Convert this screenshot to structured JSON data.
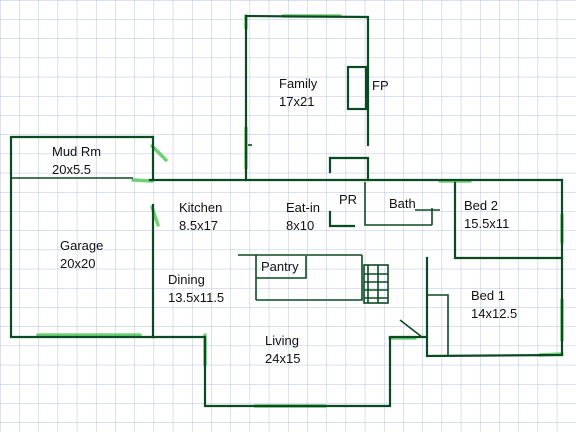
{
  "rooms": [
    {
      "name": "Family",
      "size": "17x21"
    },
    {
      "name": "FP",
      "size": ""
    },
    {
      "name": "Mud Rm",
      "size": "20x5.5"
    },
    {
      "name": "Kitchen",
      "size": "8.5x17"
    },
    {
      "name": "Eat-in",
      "size": "8x10"
    },
    {
      "name": "PR",
      "size": ""
    },
    {
      "name": "Bath",
      "size": ""
    },
    {
      "name": "Bed 2",
      "size": "15.5x11"
    },
    {
      "name": "Garage",
      "size": "20x20"
    },
    {
      "name": "Pantry",
      "size": ""
    },
    {
      "name": "Dining",
      "size": "13.5x11.5"
    },
    {
      "name": "Bed 1",
      "size": "14x12.5"
    },
    {
      "name": "Living",
      "size": "24x15"
    }
  ],
  "colors": {
    "grid": "#b9c2e3",
    "wall": "#0b4a22",
    "highlight": "#42c24a"
  }
}
